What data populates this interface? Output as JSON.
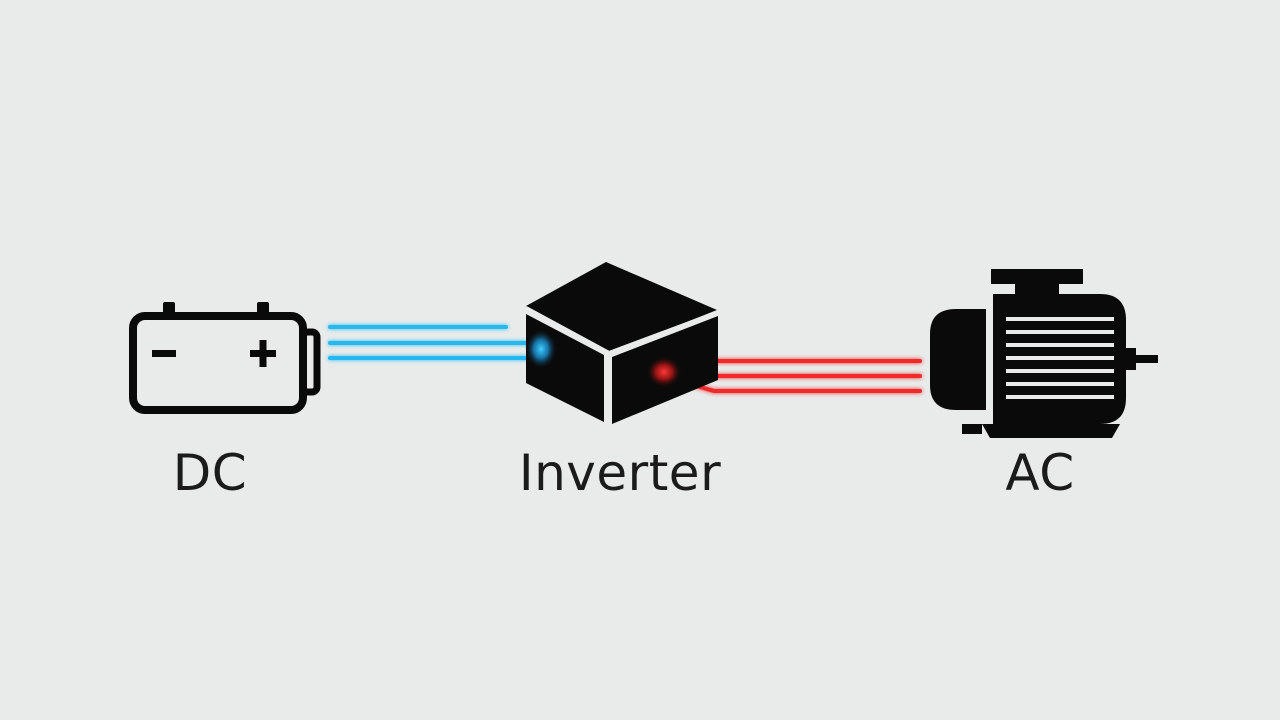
{
  "diagram": {
    "nodes": [
      {
        "id": "dc",
        "label": "DC",
        "icon": "battery-icon"
      },
      {
        "id": "inverter",
        "label": "Inverter",
        "icon": "inverter-box-icon"
      },
      {
        "id": "ac",
        "label": "AC",
        "icon": "electric-motor-icon"
      }
    ],
    "edges": [
      {
        "from": "dc",
        "to": "inverter",
        "color": "#27b9f0",
        "wires": 3
      },
      {
        "from": "inverter",
        "to": "ac",
        "color": "#ee2b2b",
        "wires": 3
      }
    ]
  },
  "colors": {
    "background": "#e9ebeb",
    "icon": "#0a0a0a",
    "dc_wire": "#27b9f0",
    "ac_wire": "#ee2b2b",
    "text": "#1b1b1b"
  }
}
